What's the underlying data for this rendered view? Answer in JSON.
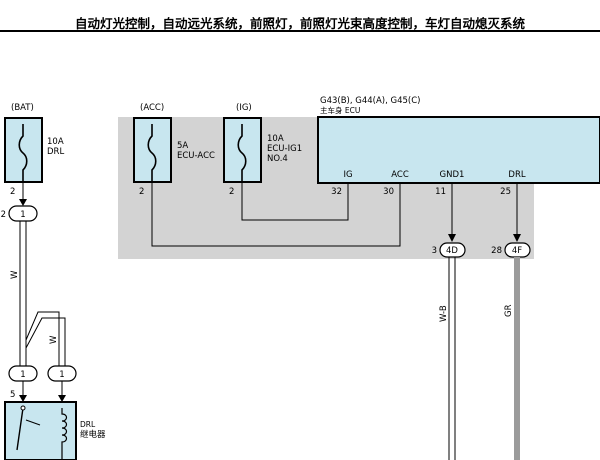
{
  "title": "自动灯光控制，自动远光系统，前照灯，前照灯光束高度控制，车灯自动熄灭系统",
  "colors": {
    "fuse_fill": "#c8e6ef",
    "ecu_fill": "#c8e6ef",
    "shade": "#d3d3d3",
    "wire": "#000000",
    "gr_wire": "#9b9b9b"
  },
  "fuses": [
    {
      "supply": "(BAT)",
      "rating": "10A",
      "name": "DRL",
      "name2": "",
      "pin": "2"
    },
    {
      "supply": "(ACC)",
      "rating": "5A",
      "name": "ECU-ACC",
      "name2": "",
      "pin": "2"
    },
    {
      "supply": "(IG)",
      "rating": "10A",
      "name": "ECU-IG1",
      "name2": "NO.4",
      "pin": "2"
    }
  ],
  "ecu": {
    "connectors": "G43(B), G44(A), G45(C)",
    "name": "主车身 ECU",
    "pins": [
      {
        "label": "IG",
        "num": "32"
      },
      {
        "label": "ACC",
        "num": "30"
      },
      {
        "label": "GND1",
        "num": "11"
      },
      {
        "label": "DRL",
        "num": "25"
      }
    ]
  },
  "junctions": [
    {
      "pin": "2",
      "label": "1"
    },
    {
      "pin": "",
      "label": "1"
    },
    {
      "pin": "",
      "label": "1"
    },
    {
      "pin": "3",
      "label": "4D"
    },
    {
      "pin": "28",
      "label": "4F"
    }
  ],
  "wire_colors": {
    "w1": "W",
    "w2": "W",
    "wb": "W-B",
    "gr": "GR"
  },
  "relay": {
    "name": "DRL",
    "name2": "继电器",
    "pin": "5"
  }
}
